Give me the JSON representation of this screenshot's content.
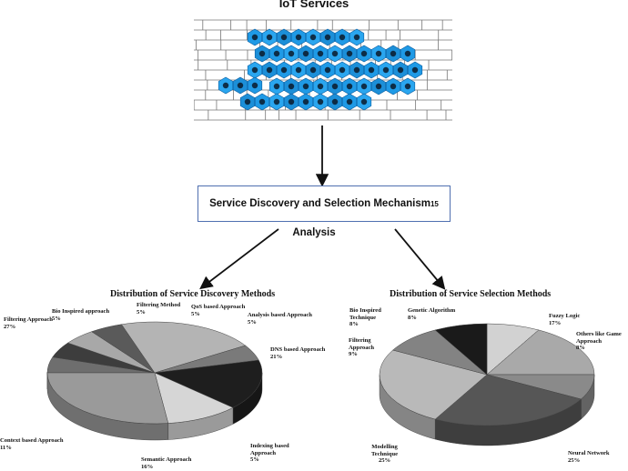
{
  "header": {
    "title": "IoT Services"
  },
  "mechanism": {
    "label": "Service Discovery and Selection Mechanism",
    "superscript": "15"
  },
  "analysis": {
    "label": "Analysis"
  },
  "chart_data": [
    {
      "type": "pie",
      "title": "Distribution of Service Discovery Methods",
      "categories": [
        "Bio Inspired approach",
        "Filtering Method",
        "QoS based Approach",
        "Analysis based Approach",
        "DNS based Approach",
        "Indexing based Approach",
        "Semantic Approach",
        "Context based Approach",
        "Filtering Approach"
      ],
      "values": [
        5,
        5,
        5,
        5,
        21,
        5,
        16,
        11,
        27
      ],
      "display_labels": [
        [
          "Bio Inspired approach",
          "5%"
        ],
        [
          "Filtering Method",
          "5%"
        ],
        [
          "QoS based Approach",
          "5%"
        ],
        [
          "Analysis based Approach",
          "5%"
        ],
        [
          "DNS based Approach",
          "21%"
        ],
        [
          "Indexing based",
          "Approach",
          "5%"
        ],
        [
          "Semantic Approach",
          "16%"
        ],
        [
          "Context based Approach",
          "11%"
        ],
        [
          "Filtering Approach",
          "27%"
        ]
      ],
      "colors": [
        "#6e6e6e",
        "#3d3d3d",
        "#a8a8a8",
        "#5a5a5a",
        "#b4b4b4",
        "#7a7a7a",
        "#1e1e1e",
        "#d6d6d6",
        "#9a9a9a"
      ]
    },
    {
      "type": "pie",
      "title": "Distribution of Service Selection Methods",
      "categories": [
        "Genetic Algorithm",
        "Fuzzy Logic",
        "Others like Game Approach",
        "Neural Network",
        "Modelling Technique",
        "Filtering Approach",
        "Bio Inspired Technique"
      ],
      "values": [
        8,
        17,
        8,
        25,
        25,
        9,
        8
      ],
      "display_labels": [
        [
          "Genetic Algorithm",
          "8%"
        ],
        [
          "Fuzzy Logic",
          "17%"
        ],
        [
          "Others like Game",
          "Approach",
          "8%"
        ],
        [
          "Neural Network",
          "25%"
        ],
        [
          "Modelling",
          "Technique",
          "25%"
        ],
        [
          "Filtering",
          "Approach",
          "9%"
        ],
        [
          "Bio Inspired",
          "Technique",
          "8%"
        ]
      ],
      "colors": [
        "#d2d2d2",
        "#a9a9a9",
        "#8a8a8a",
        "#565656",
        "#b9b9b9",
        "#838383",
        "#1a1a1a"
      ]
    }
  ]
}
